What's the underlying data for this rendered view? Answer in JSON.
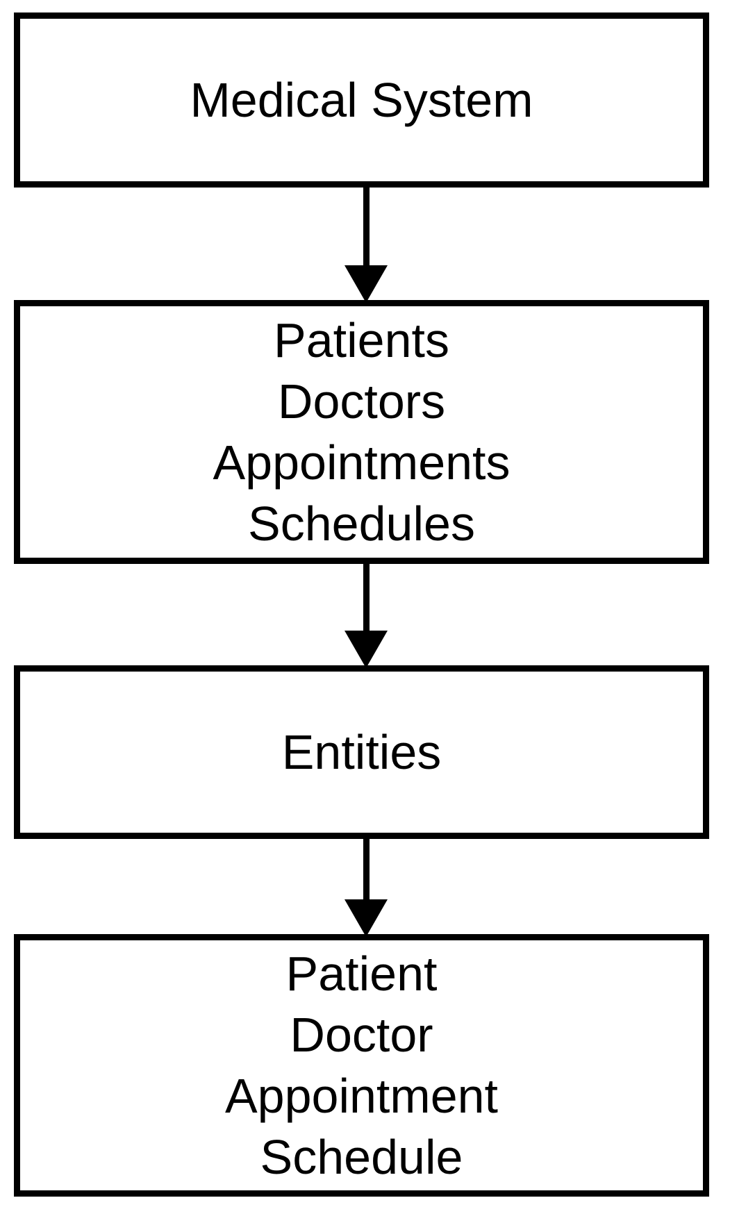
{
  "diagram": {
    "type": "flowchart",
    "direction": "top-down",
    "nodes": [
      {
        "id": "medical-system",
        "lines": [
          "Medical System"
        ]
      },
      {
        "id": "system-modules",
        "lines": [
          "Patients",
          "Doctors",
          "Appointments",
          "Schedules"
        ]
      },
      {
        "id": "entities",
        "lines": [
          "Entities"
        ]
      },
      {
        "id": "entity-types",
        "lines": [
          "Patient",
          "Doctor",
          "Appointment",
          "Schedule"
        ]
      }
    ],
    "edges": [
      {
        "from": "medical-system",
        "to": "system-modules"
      },
      {
        "from": "system-modules",
        "to": "entities"
      },
      {
        "from": "entities",
        "to": "entity-types"
      }
    ],
    "colors": {
      "background": "#ffffff",
      "box_fill": "#ffffff",
      "box_border": "#000000",
      "text": "#000000",
      "arrow": "#000000"
    }
  }
}
